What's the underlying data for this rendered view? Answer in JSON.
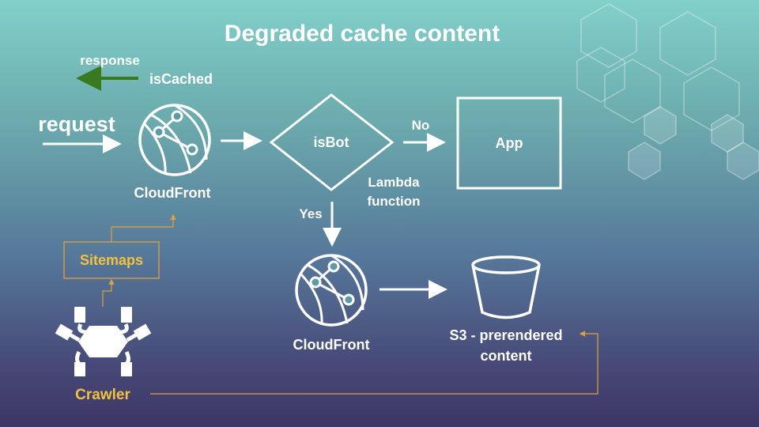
{
  "title": "Degraded cache content",
  "labels": {
    "response": "response",
    "is_cached": "isCached",
    "request": "request",
    "cloudfront_top": "CloudFront",
    "is_bot": "isBot",
    "no": "No",
    "yes": "Yes",
    "app": "App",
    "lambda_line1": "Lambda",
    "lambda_line2": "function",
    "cloudfront_bottom": "CloudFront",
    "s3_line1": "S3 - prerendered",
    "s3_line2": "content",
    "sitemaps": "Sitemaps",
    "crawler": "Crawler"
  },
  "colors": {
    "response_arrow": "#3a7a1e",
    "crawler_accent": "#f2c23c",
    "connector": "#e0a040"
  }
}
